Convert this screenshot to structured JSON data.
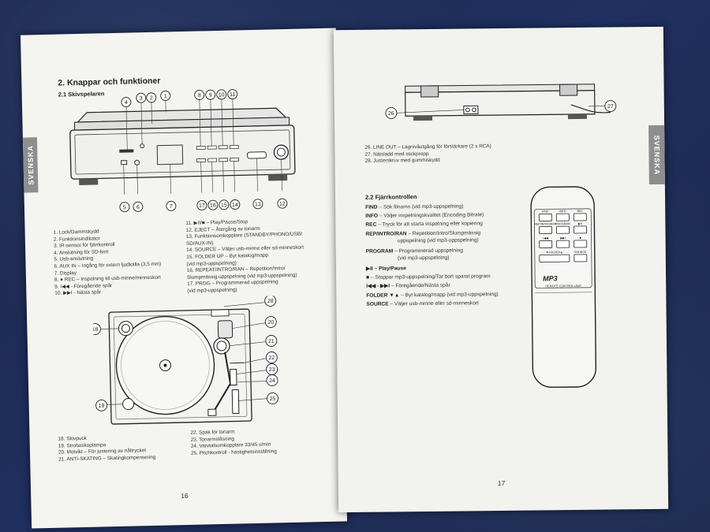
{
  "left_page": {
    "side_tab": "SVENSKA",
    "heading": "2. Knappar och funktioner",
    "subheading": "2.1 Skivspelaren",
    "callouts_top": [
      "4",
      "3",
      "2",
      "1",
      "8",
      "9",
      "10",
      "11"
    ],
    "callouts_bottom": [
      "5",
      "6",
      "7",
      "17",
      "16",
      "15",
      "14",
      "13",
      "12"
    ],
    "items_left": [
      "1.   Lock/Dammskydd",
      "2.   Funktionsindikator",
      "3.   IR-sensor för fjärrkontroll",
      "4.   Anslutning för SD-kort",
      "5.   Usb-anslutning",
      "6.   AUX IN – Ingång för extern ljudkälla (3,5 mm)",
      "7.   Display",
      "8.   ● REC – Inspelning till usb-minne/minneskort",
      "9.   I◀◀ - Föregående spår",
      "10. ▶▶I - Nästa spår"
    ],
    "items_right": [
      "11. ▶II/■ – Play/Pause/Stop",
      "12. EJECT – Återgång av tonarm",
      "13. Funktionsomkopplare (STANDBY/PHONO/USB/",
      "      SD/AUX-IN)",
      "14. SOURCE – Väljer usb-minne eller sd-minneskort",
      "15. FOLDER UP – Byt katalog/mapp",
      "      (vid mp3-uppspelning)",
      "16. REPEAT/INTRO/RAN – Repetition/Intro/",
      "      Slumpmässig uppspelning (vid mp3-uppspelning)",
      "17. PROG – Programmerad uppspelning",
      "      (vid mp3-uppspelning)"
    ],
    "callouts_turntable": [
      "18",
      "19",
      "20",
      "21",
      "22",
      "23",
      "24",
      "25",
      "28"
    ],
    "items_bottom_left": [
      "18. Skivpuck",
      "19. Stroboskoplampa",
      "20. Motvikt – För justering av nåltrycket",
      "21. ANTI-SKATING – Skatingkompensering"
    ],
    "items_bottom_right": [
      "22. Spak för tonarm",
      "23. Tonarmslåsning",
      "24. Varvtalsomkopplare 33/45 v/min",
      "25. Pitchkontroll - hastighetsinställning"
    ],
    "page_number": "16"
  },
  "right_page": {
    "side_tab": "SVENSKA",
    "callouts_rear": [
      "26",
      "27"
    ],
    "items_rear": [
      "26. LINE OUT – Lägnivåutgång för förstärkare (2 x RCA)",
      "27. Nätsladd med stickpropp",
      "28. Justerskruv med gummiskydd"
    ],
    "remote_heading": "2.2 Fjärrkontrollen",
    "remote_items": [
      {
        "key": "FIND",
        "desc": " – Sök filnamn (vid mp3-uppspelning)"
      },
      {
        "key": "INFO",
        "desc": " – Väljer inspelningskvalitet (Encoding Bitrate)"
      },
      {
        "key": "REC",
        "desc": " – Tryck för att starta inspelning eller kopiering"
      },
      {
        "key": "REP/INTRO/RAN",
        "desc": " – Repetition/Intro/Slumpmässig"
      },
      {
        "key": "",
        "desc": "                      uppspelning (vid mp3-uppspelning)"
      },
      {
        "key": "PROGRAM",
        "desc": " – Programmerad uppspelning"
      },
      {
        "key": "",
        "desc": "                      (vid mp3-uppspelning)"
      },
      {
        "key": "▶II – Play/Pause",
        "desc": ""
      },
      {
        "key": "■",
        "desc": " – Stoppar mp3-uppspelning/Tar bort sparat program"
      },
      {
        "key": "I◀◀ - ▶▶I",
        "desc": " – Föregående/Nästa spår"
      },
      {
        "key": "FOLDER ▼▲",
        "desc": " – Byt katalog/mapp (vid mp3-uppspelning)"
      },
      {
        "key": "SOURCE",
        "desc": " – Väljer usb-minne eller sd-minneskort"
      }
    ],
    "remote_buttons": [
      "FIND",
      "INFO",
      "REC",
      "REP/INTRO/RAN",
      "PROGRAM",
      "▶II",
      "I◀◀",
      "▶▶I",
      "■",
      "▼FOLDER▲",
      "SOURCE"
    ],
    "remote_logo": "MP3",
    "remote_label": "REMOTE CONTROL UNIT",
    "page_number": "17"
  }
}
